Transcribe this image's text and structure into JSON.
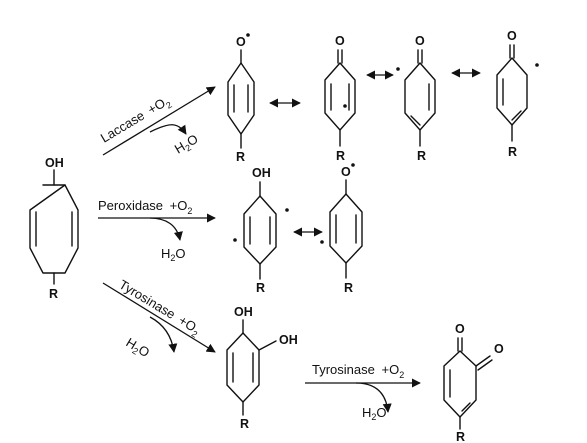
{
  "atoms": {
    "OH": "OH",
    "O": "O",
    "R": "R",
    "H": "H",
    "two": "2"
  },
  "reactions": {
    "laccase": {
      "enzyme": "Laccase",
      "plus": "+O",
      "sub": "2",
      "byproduct": "H",
      "byproduct_sub": "2",
      "byproduct_tail": "O"
    },
    "peroxidase": {
      "enzyme": "Peroxidase",
      "plus": "+O",
      "sub": "2",
      "byproduct": "H",
      "byproduct_sub": "2",
      "byproduct_tail": "O"
    },
    "tyrosinase_1": {
      "enzyme": "Tyrosinase",
      "plus": "+O",
      "sub": "2",
      "byproduct": "H",
      "byproduct_sub": "2",
      "byproduct_tail": "O"
    },
    "tyrosinase_2": {
      "enzyme": "Tyrosinase",
      "plus": "+O",
      "sub": "2",
      "byproduct": "H",
      "byproduct_sub": "2",
      "byproduct_tail": "O"
    }
  },
  "colors": {
    "ink": "#111111",
    "background": "#ffffff"
  }
}
